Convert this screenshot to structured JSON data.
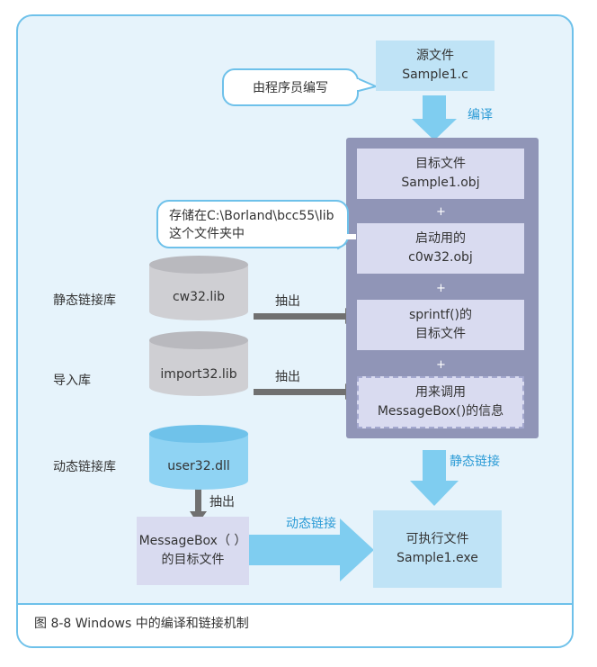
{
  "caption": "图 8-8   Windows 中的编译和链接机制",
  "source": {
    "line1": "源文件",
    "line2": "Sample1.c"
  },
  "bubble_programmer": "由程序员编写",
  "label_compile": "编译",
  "panel": {
    "obj": {
      "line1": "目标文件",
      "line2": "Sample1.obj"
    },
    "startup": {
      "line1": "启动用的",
      "line2": "c0w32.obj"
    },
    "sprintf": {
      "line1": "sprintf()的",
      "line2": "目标文件"
    },
    "msginfo": {
      "line1": "用来调用",
      "line2": "MessageBox()的信息"
    },
    "plus": "+"
  },
  "bubble_location": {
    "line1": "存储在C:\\Borland\\bcc55\\lib",
    "line2": "这个文件夹中"
  },
  "libs": {
    "static_label": "静态链接库",
    "static_name": "cw32.lib",
    "import_label": "导入库",
    "import_name": "import32.lib",
    "dynamic_label": "动态链接库",
    "dynamic_name": "user32.dll"
  },
  "extract": "抽出",
  "static_link": "静态链接",
  "dynamic_link": "动态链接",
  "msgbox_obj": {
    "line1": "MessageBox（ ）",
    "line2": "的目标文件"
  },
  "exe": {
    "line1": "可执行文件",
    "line2": "Sample1.exe"
  },
  "colors": {
    "frame": "#6ec1ea",
    "panel": "#9095b7",
    "gray_arrow": "#707070",
    "blue_arrow": "#7fcdf0",
    "cylinder_gray": "#cfcfd3",
    "cylinder_blue": "#8fd3f3"
  }
}
